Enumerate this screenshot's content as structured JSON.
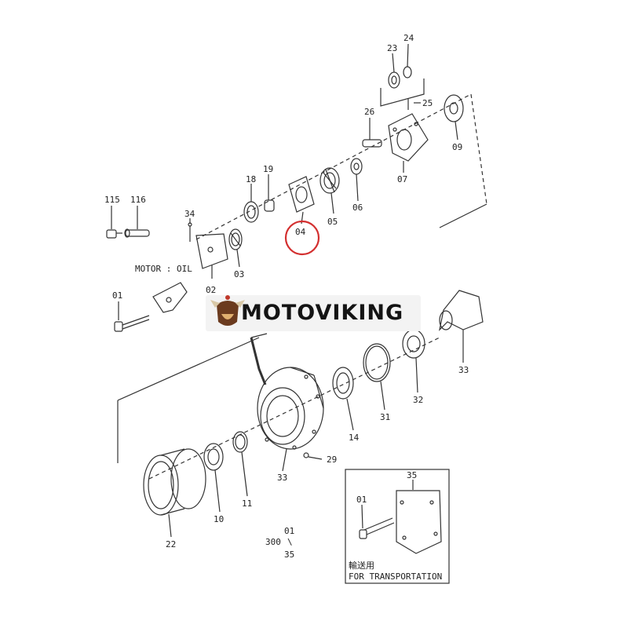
{
  "brand": {
    "name": "MOTOVIKING",
    "colors": {
      "text": "#141414",
      "banner_bg": "#f3f3f3",
      "logo_accent": "#c0392b"
    }
  },
  "diagram": {
    "highlight": {
      "part": "04",
      "color": "#d32f2f"
    },
    "part_labels": [
      {
        "id": "115"
      },
      {
        "id": "116"
      },
      {
        "id": "34"
      },
      {
        "id": "18"
      },
      {
        "id": "19"
      },
      {
        "id": "02"
      },
      {
        "id": "03"
      },
      {
        "id": "04"
      },
      {
        "id": "05"
      },
      {
        "id": "06"
      },
      {
        "id": "07"
      },
      {
        "id": "09"
      },
      {
        "id": "23"
      },
      {
        "id": "24"
      },
      {
        "id": "25"
      },
      {
        "id": "26"
      },
      {
        "id": "01"
      },
      {
        "id": "33"
      },
      {
        "id": "32"
      },
      {
        "id": "31"
      },
      {
        "id": "14"
      },
      {
        "id": "29"
      },
      {
        "id": "11"
      },
      {
        "id": "10"
      },
      {
        "id": "22"
      },
      {
        "id": "35"
      },
      {
        "id": "01b",
        "text": "01"
      },
      {
        "id": "33b",
        "text": "33"
      }
    ],
    "notes": {
      "motor_oil": "MOTOR : OIL",
      "assembly_range": {
        "prefix": "300",
        "from": "01",
        "sep": "\\",
        "to": "35"
      },
      "transport_jp": "輸送用",
      "transport_en": "FOR  TRANSPORTATION"
    }
  }
}
